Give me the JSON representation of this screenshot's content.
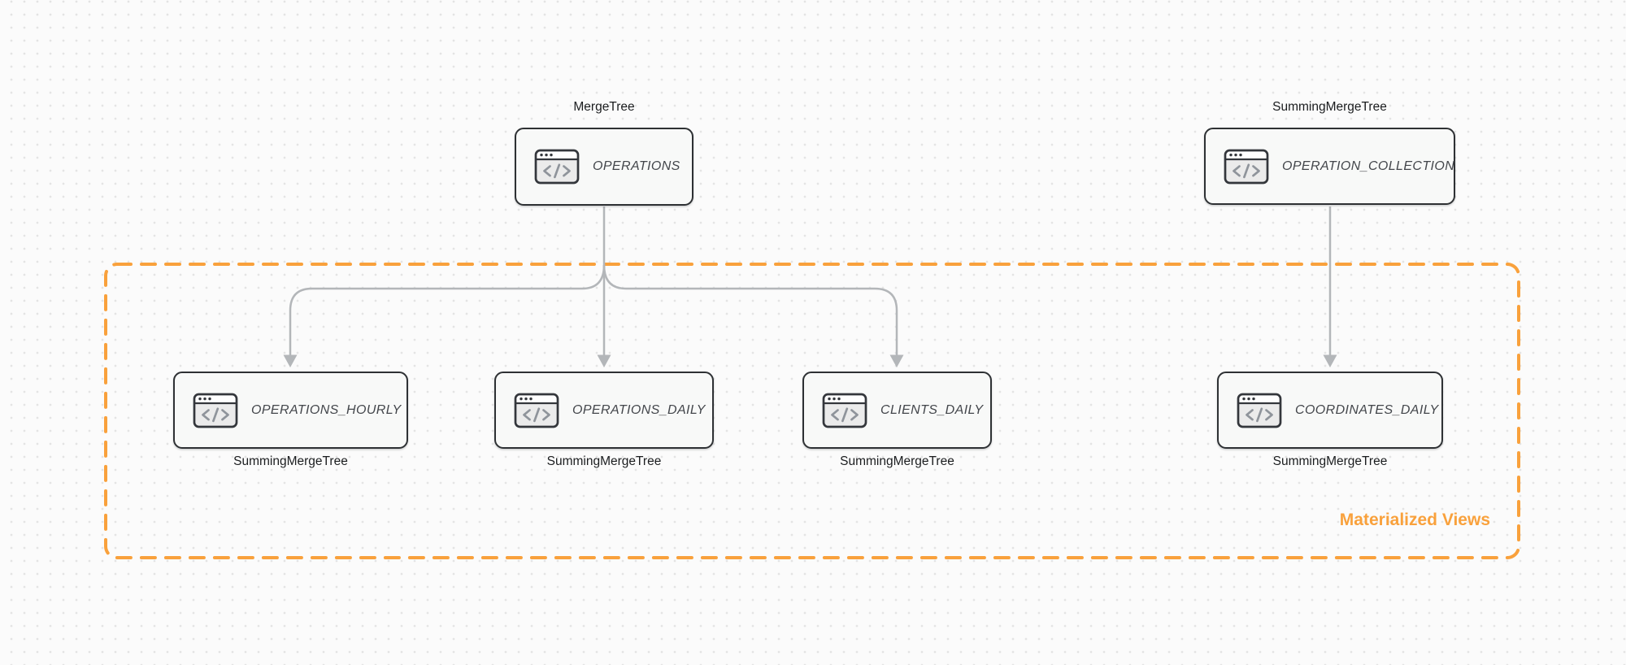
{
  "diagram": {
    "source_tables": [
      {
        "engine": "MergeTree",
        "name": "OPERATIONS",
        "icon": "code-window-icon"
      },
      {
        "engine": "SummingMergeTree",
        "name": "OPERATION_COLLECTION",
        "icon": "code-window-icon"
      }
    ],
    "materialized_views": {
      "label": "Materialized Views",
      "tables": [
        {
          "name": "OPERATIONS_HOURLY",
          "engine": "SummingMergeTree",
          "icon": "code-window-icon"
        },
        {
          "name": "OPERATIONS_DAILY",
          "engine": "SummingMergeTree",
          "icon": "code-window-icon"
        },
        {
          "name": "CLIENTS_DAILY",
          "engine": "SummingMergeTree",
          "icon": "code-window-icon"
        },
        {
          "name": "COORDINATES_DAILY",
          "engine": "SummingMergeTree",
          "icon": "code-window-icon"
        }
      ]
    },
    "edges": [
      {
        "from": "OPERATIONS",
        "to": "OPERATIONS_HOURLY"
      },
      {
        "from": "OPERATIONS",
        "to": "OPERATIONS_DAILY"
      },
      {
        "from": "OPERATIONS",
        "to": "CLIENTS_DAILY"
      },
      {
        "from": "OPERATION_COLLECTION",
        "to": "COORDINATES_DAILY"
      }
    ],
    "colors": {
      "accent_orange": "#F9A13C",
      "node_border": "#2E3134",
      "node_fill": "#F8F9F8",
      "arrow": "#B3B6B9",
      "background": "#FBFBFB"
    }
  }
}
